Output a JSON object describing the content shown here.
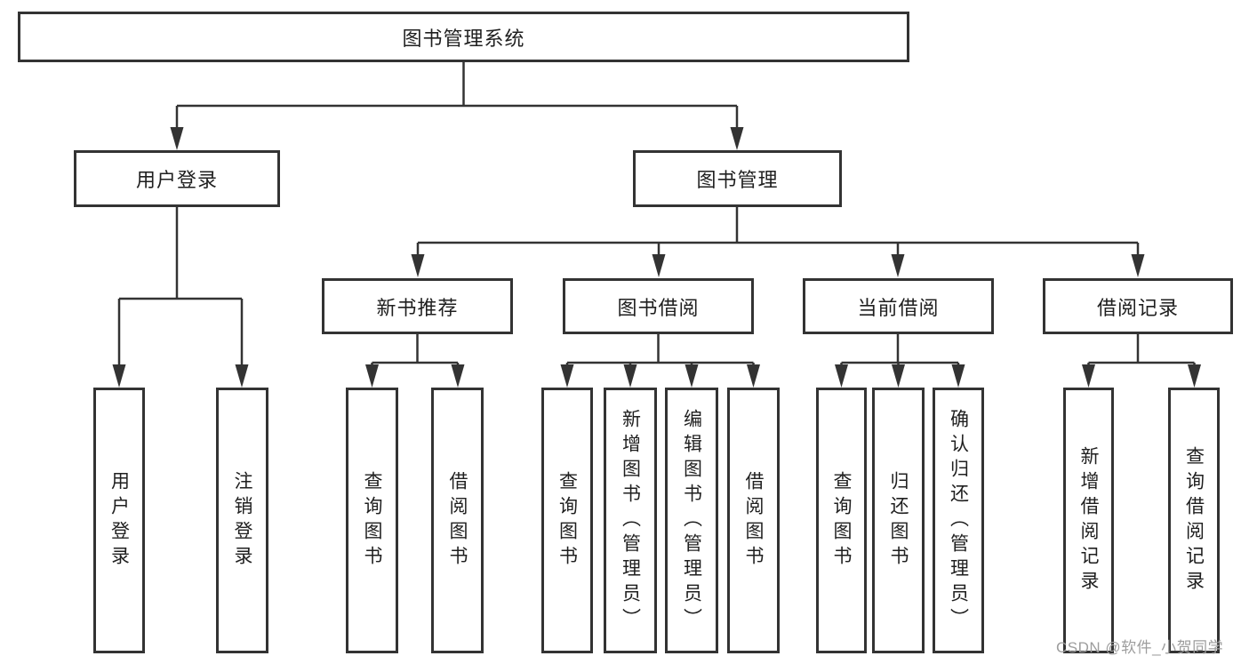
{
  "diagram": {
    "root": {
      "label": "图书管理系统"
    },
    "level2": [
      {
        "label": "用户登录",
        "leaves": [
          {
            "label": "用户登录"
          },
          {
            "label": "注销登录"
          }
        ]
      },
      {
        "label": "图书管理",
        "children": [
          {
            "label": "新书推荐",
            "leaves": [
              {
                "label": "查询图书"
              },
              {
                "label": "借阅图书"
              }
            ]
          },
          {
            "label": "图书借阅",
            "leaves": [
              {
                "label": "查询图书"
              },
              {
                "label": "新增图书（管理员）"
              },
              {
                "label": "编辑图书（管理员）"
              },
              {
                "label": "借阅图书"
              }
            ]
          },
          {
            "label": "当前借阅",
            "leaves": [
              {
                "label": "查询图书"
              },
              {
                "label": "归还图书"
              },
              {
                "label": "确认归还（管理员）"
              }
            ]
          },
          {
            "label": "借阅记录",
            "leaves": [
              {
                "label": "新增借阅记录"
              },
              {
                "label": "查询借阅记录"
              }
            ]
          }
        ]
      }
    ],
    "watermark": "CSDN @软件_小贺同学",
    "colors": {
      "line": "#333333",
      "text": "#1f1f1f",
      "background": "#ffffff",
      "watermark": "#9d9d9d"
    }
  }
}
